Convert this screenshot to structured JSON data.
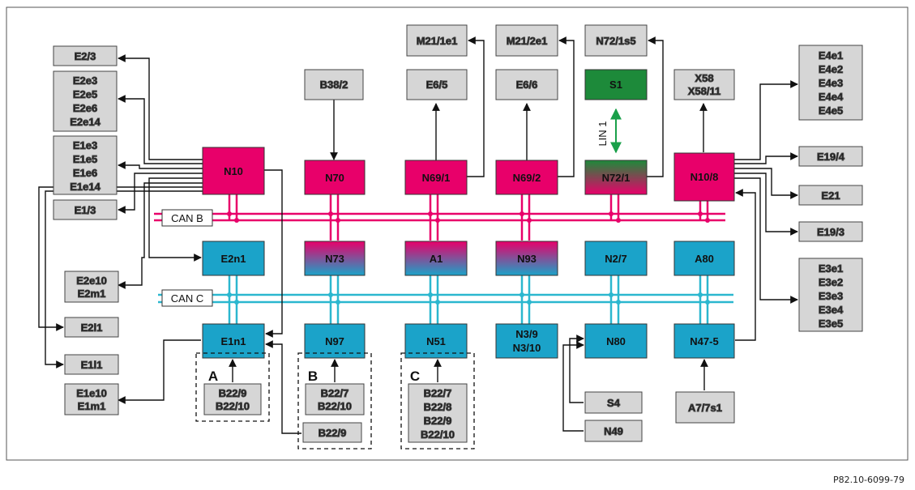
{
  "colors": {
    "magenta": "#e8006a",
    "blue": "#1ba3c9",
    "green": "#1d8a3a",
    "gray": "#d6d6d6",
    "can_b": "#e8006a",
    "can_c": "#2bb7cf",
    "lin": "#1aa04a"
  },
  "buses": {
    "can_b": "CAN B",
    "can_c": "CAN C",
    "lin": "LIN 1"
  },
  "groups": {
    "a": "A",
    "b": "B",
    "c": "C"
  },
  "modules": {
    "N10": "N10",
    "N70": "N70",
    "N69_1": "N69/1",
    "N69_2": "N69/2",
    "N72_1": "N72/1",
    "N10_8": "N10/8",
    "E2n1": "E2n1",
    "N73": "N73",
    "A1": "A1",
    "N93": "N93",
    "N2_7": "N2/7",
    "A80": "A80",
    "E1n1": "E1n1",
    "N97": "N97",
    "N51": "N51",
    "N3_9": [
      "N3/9",
      "N3/10"
    ],
    "N80": "N80",
    "N47_5": "N47-5",
    "S1": "S1"
  },
  "components": {
    "E2_3": [
      "E2/3"
    ],
    "E2e3": [
      "E2e3",
      "E2e5",
      "E2e6",
      "E2e14"
    ],
    "E1e3": [
      "E1e3",
      "E1e5",
      "E1e6",
      "E1e14"
    ],
    "E1_3": [
      "E1/3"
    ],
    "E2e10": [
      "E2e10",
      "E2m1"
    ],
    "E2l1": [
      "E2l1"
    ],
    "E1l1": [
      "E1l1"
    ],
    "E1e10": [
      "E1e10",
      "E1m1"
    ],
    "B38_2": [
      "B38/2"
    ],
    "M21_1e1": [
      "M21/1e1"
    ],
    "M21_2e1": [
      "M21/2e1"
    ],
    "E6_5": [
      "E6/5"
    ],
    "E6_6": [
      "E6/6"
    ],
    "N72_1s5": [
      "N72/1s5"
    ],
    "X58": [
      "X58",
      "X58/11"
    ],
    "E4e1": [
      "E4e1",
      "E4e2",
      "E4e3",
      "E4e4",
      "E4e5"
    ],
    "E19_4": [
      "E19/4"
    ],
    "E21": [
      "E21"
    ],
    "E19_3": [
      "E19/3"
    ],
    "E3e1": [
      "E3e1",
      "E3e2",
      "E3e3",
      "E3e4",
      "E3e5"
    ],
    "B22_9_10": [
      "B22/9",
      "B22/10"
    ],
    "B22_7_10": [
      "B22/7",
      "B22/10"
    ],
    "B22_9": [
      "B22/9"
    ],
    "B22_7_8_9_10": [
      "B22/7",
      "B22/8",
      "B22/9",
      "B22/10"
    ],
    "S4": [
      "S4"
    ],
    "N49": [
      "N49"
    ],
    "A7_7s1": [
      "A7/7s1"
    ]
  },
  "reference": "P82.10-6099-79"
}
